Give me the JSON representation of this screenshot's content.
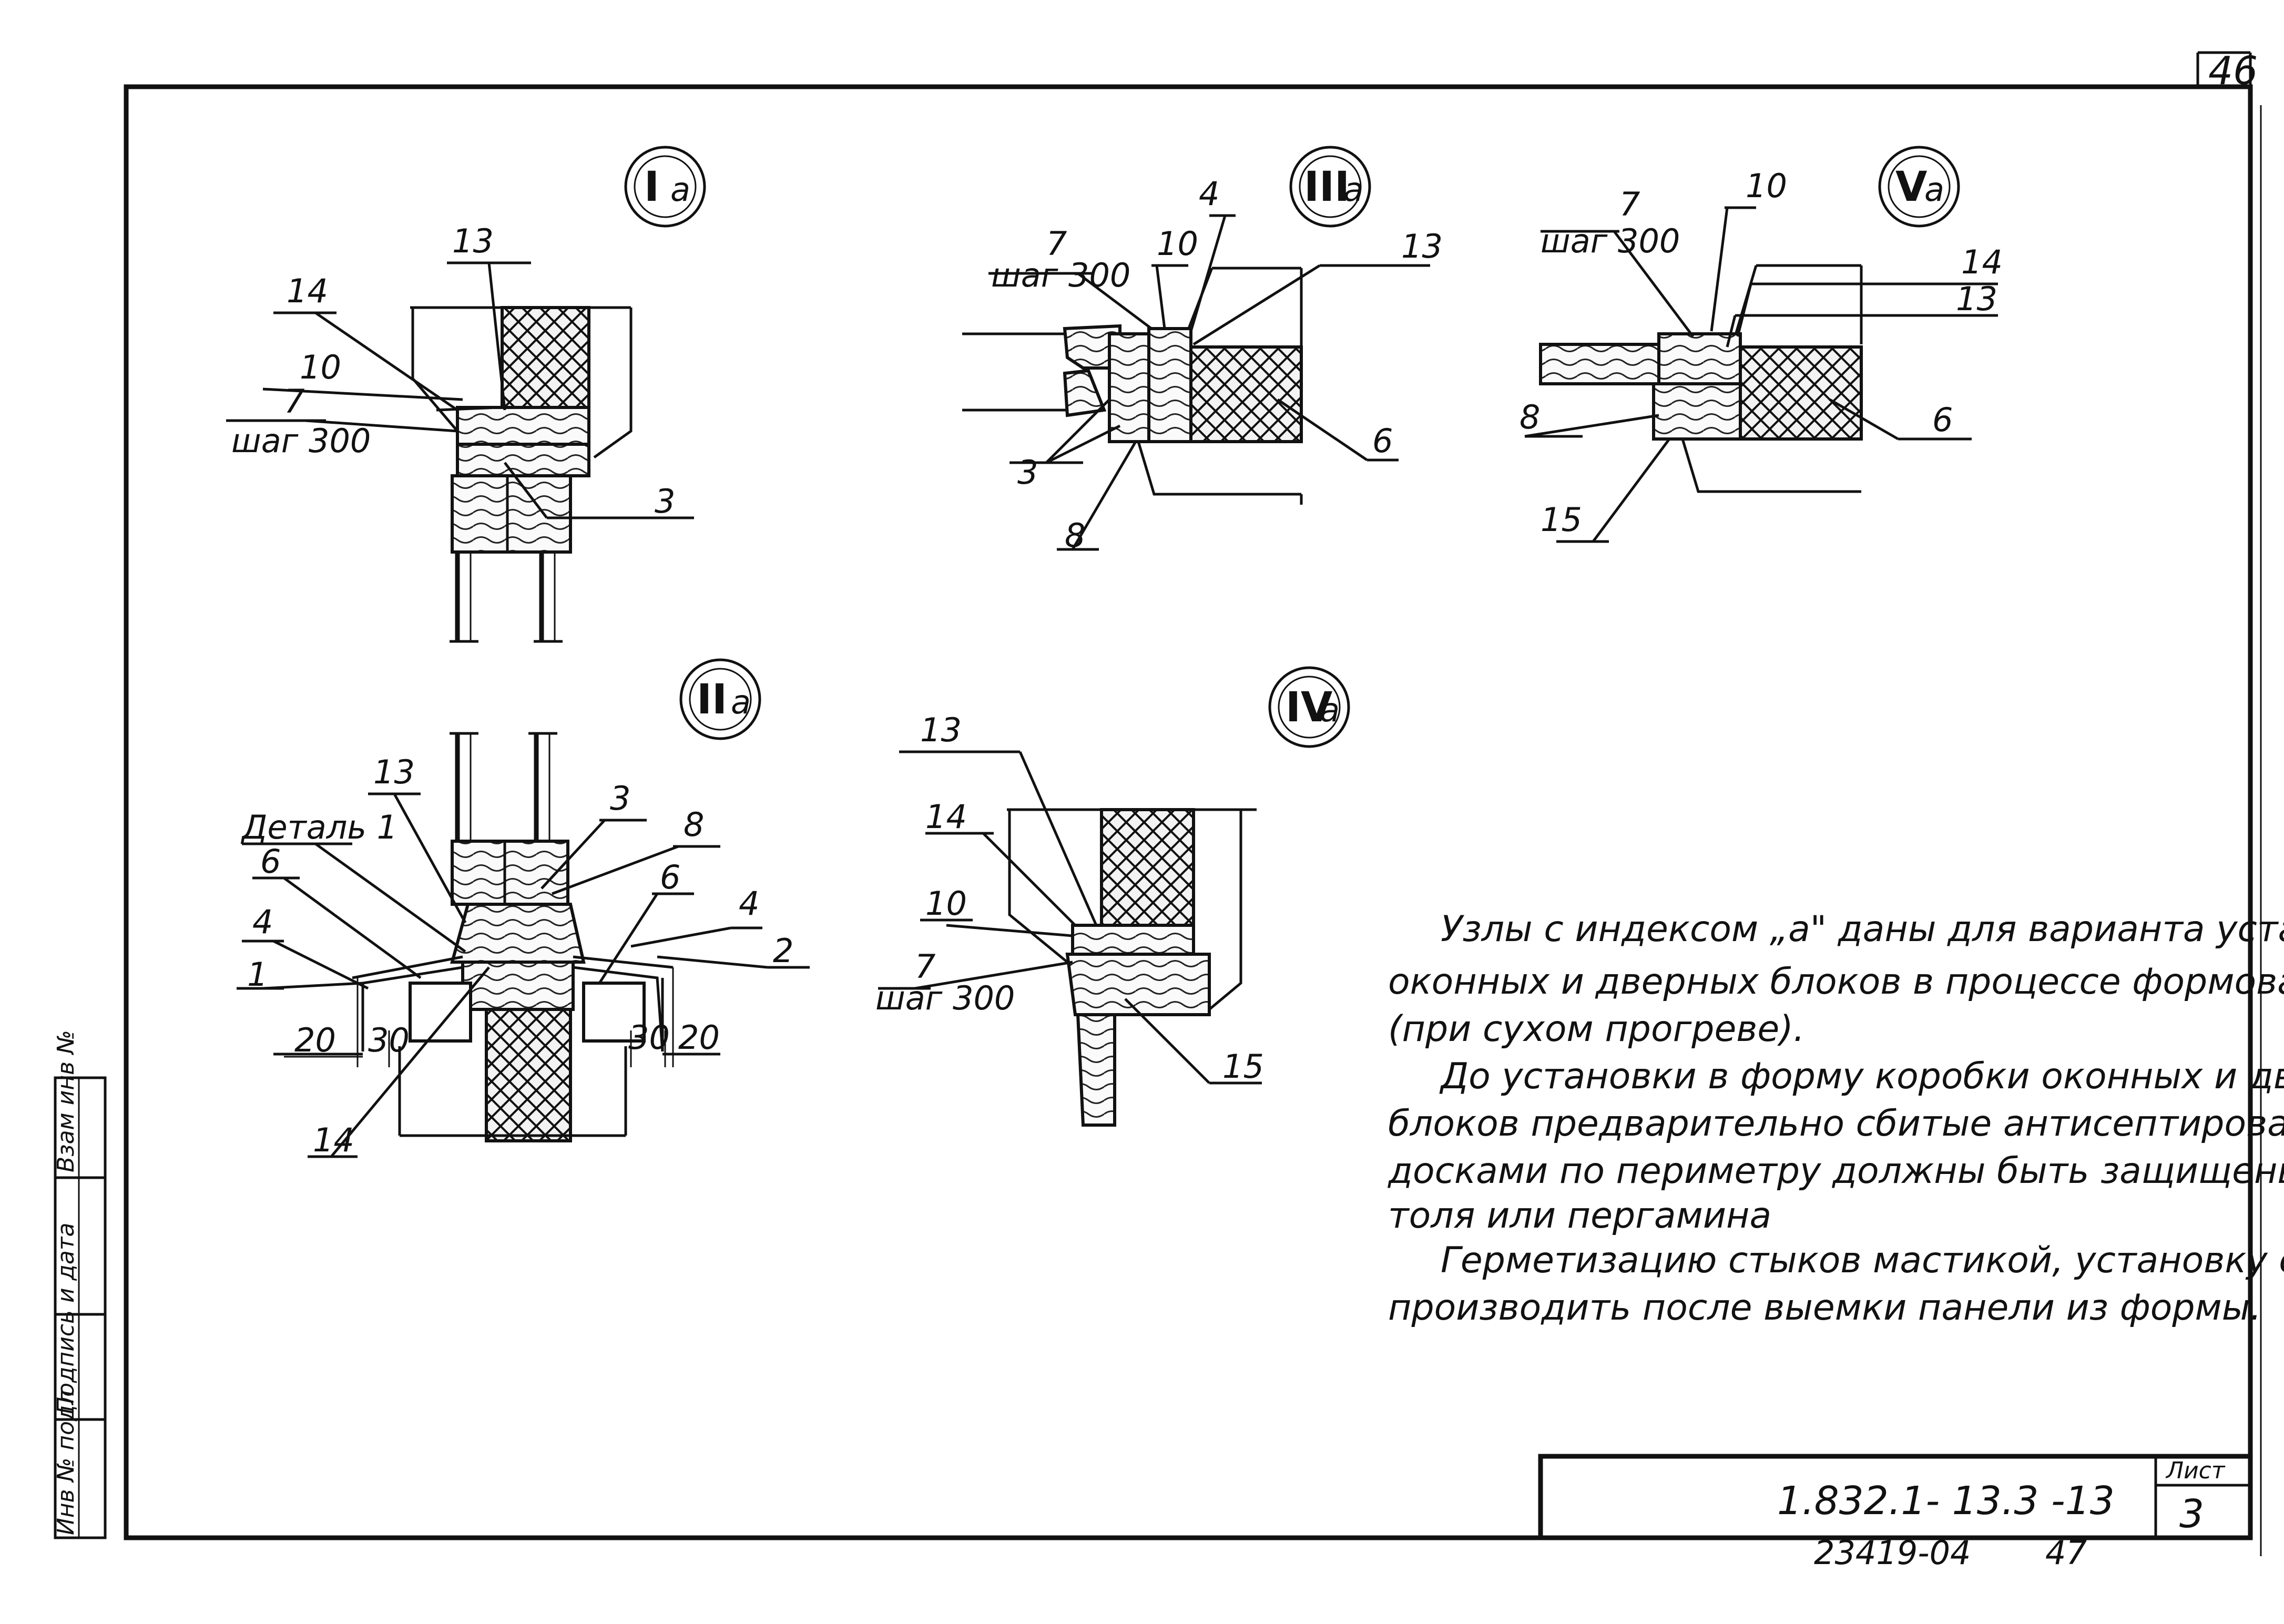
{
  "sheet": {
    "sheet_number": "46",
    "document_code": "1.832.1- 13.3 -13",
    "page_label": "Лист",
    "page_number": "3",
    "archive_number": "23419-04",
    "archive_sheet": "47"
  },
  "side_stamp": {
    "cells": [
      "Инв № подл",
      "Подпись и дата",
      "Взам инв №"
    ]
  },
  "nodes": [
    {
      "id": "Ia",
      "mark": "I",
      "index": "a",
      "callouts": [
        "13",
        "14",
        "10",
        "7",
        "шаг 300",
        "3"
      ]
    },
    {
      "id": "IIIa",
      "mark": "III",
      "index": "a",
      "callouts": [
        "7",
        "шаг 300",
        "4",
        "10",
        "13",
        "3",
        "8",
        "6"
      ]
    },
    {
      "id": "Va",
      "mark": "V",
      "index": "a",
      "callouts": [
        "10",
        "7",
        "шаг 300",
        "14",
        "13",
        "8",
        "6",
        "15"
      ]
    },
    {
      "id": "IIa",
      "mark": "II",
      "index": "a",
      "callouts": [
        "13",
        "Деталь 1",
        "3",
        "8",
        "6",
        "6",
        "4",
        "4",
        "1",
        "2",
        "20",
        "30",
        "30",
        "20",
        "14"
      ]
    },
    {
      "id": "IVa",
      "mark": "IV",
      "index": "a",
      "callouts": [
        "13",
        "14",
        "10",
        "7",
        "шаг 300",
        "15"
      ]
    }
  ],
  "notes": [
    "Узлы с индексом „а\" даны для варианта установки",
    "оконных и дверных блоков в процессе формования панелей",
    "(при сухом прогреве).",
    "До установки в форму коробки оконных и дверных",
    "блоков предварительно сбитые антисептированными",
    "досками по периметру должны быть защищены слоем",
    "толя или пергамина",
    "Герметизацию стыков мастикой, установку сливов",
    "производить после выемки панели из формы."
  ]
}
